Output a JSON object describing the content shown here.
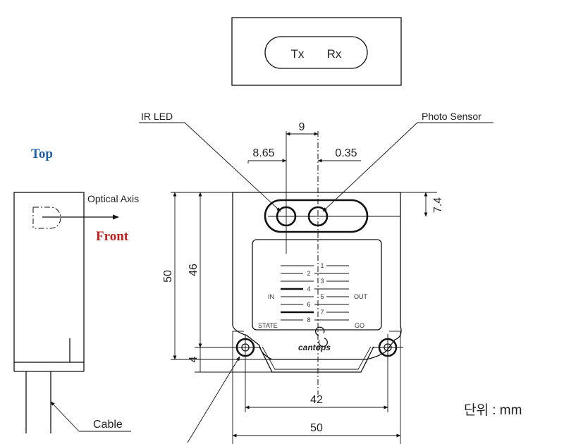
{
  "window": {
    "tx": "Tx",
    "rx": "Rx"
  },
  "side_view": {
    "top_label": "Top",
    "front_label": "Front",
    "optical_axis_label": "Optical Axis",
    "cable_label": "Cable"
  },
  "callouts": {
    "ir_led": "IR LED",
    "photo_sensor": "Photo Sensor"
  },
  "dimensions": {
    "d9": "9",
    "d865": "8.65",
    "d035": "0.35",
    "d74": "7.4",
    "d50_height": "50",
    "d46": "46",
    "d4": "4",
    "d42": "42",
    "d50_width": "50"
  },
  "label_plate": {
    "numbers": [
      "1",
      "2",
      "3",
      "4",
      "5",
      "6",
      "7",
      "8"
    ],
    "in": "IN",
    "out": "OUT",
    "state": "STATE",
    "go": "GO",
    "brand": "cantops"
  },
  "unit_note": "단위 : mm"
}
